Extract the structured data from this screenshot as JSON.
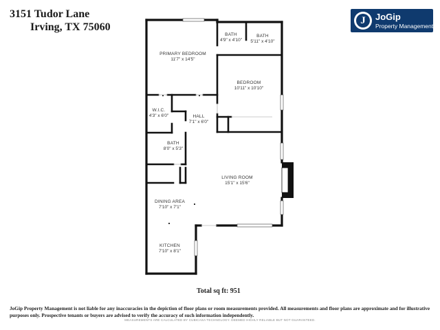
{
  "address": {
    "line1": "3151 Tudor Lane",
    "line2": "Irving, TX 75060"
  },
  "logo": {
    "mark": "J",
    "name": "JoGip",
    "subtitle": "Property Management",
    "color": "#0f3a6e"
  },
  "rooms": {
    "bath1": {
      "name": "BATH",
      "dims": "4'9\" x 4'10\""
    },
    "bath2": {
      "name": "BATH",
      "dims": "5'11\" x 4'10\""
    },
    "primary": {
      "name": "PRIMARY BEDROOM",
      "dims": "11'7\" x 14'5\""
    },
    "bedroom": {
      "name": "BEDROOM",
      "dims": "10'11\" x 10'10\""
    },
    "wic": {
      "name": "W.I.C.",
      "dims": "4'3\" x 6'0\""
    },
    "hall": {
      "name": "HALL",
      "dims": "7'1\" x 6'0\""
    },
    "bath3": {
      "name": "BATH",
      "dims": "8'0\" x 5'3\""
    },
    "living": {
      "name": "LIVING ROOM",
      "dims": "15'1\" x 15'6\""
    },
    "dining": {
      "name": "DINING AREA",
      "dims": "7'10\" x 7'1\""
    },
    "kitchen": {
      "name": "KITCHEN",
      "dims": "7'10\" x 8'1\""
    }
  },
  "total_sqft": "Total sq ft: 951",
  "disclaimer": "JoGip Property Management is not liable for any inaccuracies in the depiction of floor plans or room measurements provided. All measurements and floor plans are approximate and for illustrative purposes only. Prospective tenants or buyers are advised to verify the accuracy of such information independently.",
  "footer_note": "MEASUREMENTS ARE CALCULATED BY CUBICASA TECHNOLOGY. DEEMED HIGHLY RELIABLE BUT NOT GUARANTEED."
}
